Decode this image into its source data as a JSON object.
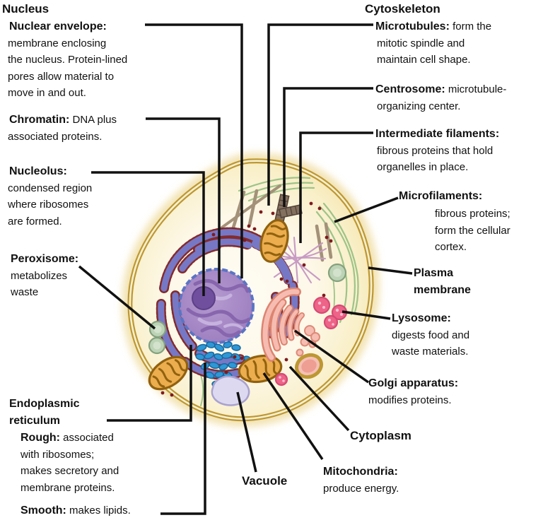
{
  "diagram_title_implicit": "Animal cell organelle diagram",
  "headings": {
    "nucleus": "Nucleus",
    "cytoskeleton": "Cytoskeleton"
  },
  "labels": {
    "nuclear_envelope": {
      "term": "Nuclear envelope:",
      "lines": [
        "membrane enclosing",
        "the nucleus. Protein-lined",
        "pores allow material to",
        "move in and out."
      ]
    },
    "chromatin": {
      "term": "Chromatin:",
      "inline": "DNA plus",
      "lines": [
        "associated proteins."
      ]
    },
    "nucleolus": {
      "term": "Nucleolus:",
      "lines": [
        "condensed region",
        "where ribosomes",
        "are formed."
      ]
    },
    "peroxisome": {
      "term": "Peroxisome:",
      "lines": [
        "metabolizes",
        "waste"
      ]
    },
    "endoplasmic_reticulum": {
      "lines": [
        "Endoplasmic",
        "reticulum"
      ]
    },
    "rough_er": {
      "term": "Rough:",
      "inline": "associated",
      "lines": [
        "with ribosomes;",
        "makes secretory and",
        "membrane proteins."
      ]
    },
    "smooth_er": {
      "term": "Smooth:",
      "inline": "makes lipids."
    },
    "vacuole": {
      "term": "Vacuole"
    },
    "microtubules": {
      "term": "Microtubules:",
      "inline": "form the",
      "lines": [
        "mitotic spindle and",
        "maintain cell shape."
      ]
    },
    "centrosome": {
      "term": "Centrosome:",
      "inline": "microtubule-",
      "lines": [
        "organizing center."
      ]
    },
    "intermediate_filaments": {
      "term": "Intermediate filaments:",
      "lines": [
        "fibrous proteins that hold",
        "organelles in place."
      ]
    },
    "microfilaments": {
      "term": "Microfilaments:",
      "lines": [
        "fibrous proteins;",
        "form the cellular",
        "cortex."
      ]
    },
    "plasma_membrane": {
      "lines": [
        "Plasma",
        "membrane"
      ]
    },
    "lysosome": {
      "term": "Lysosome:",
      "lines": [
        "digests food and",
        "waste materials."
      ]
    },
    "golgi": {
      "term": "Golgi apparatus:",
      "lines": [
        "modifies proteins."
      ]
    },
    "cytoplasm": {
      "term": "Cytoplasm"
    },
    "mitochondria": {
      "term": "Mitochondria:",
      "lines": [
        "produce energy."
      ]
    }
  },
  "palette": {
    "membrane_gold": "#BD9733",
    "cytoplasm_cream": "#FAF0CC",
    "outer_fuzz": "#F0DFA2",
    "nucleus_purple": "#A185C6",
    "nucleolus_purple": "#6F4F9E",
    "nuclear_envelope_blue": "#5B74C4",
    "rough_er_blue": "#7678C6",
    "ribosome_red": "#7E2022",
    "smooth_er_blue": "#2F97D6",
    "golgi_salmon": "#F4AFA3",
    "lysosome_pink": "#EE6388",
    "peroxisome_green": "#BDD3B6",
    "mitochondria_orange": "#EBAD4D",
    "mitochondria_rim": "#91610F",
    "vacuole_lavender": "#DCD9F1",
    "microfilament_green": "#9DC488",
    "microtubule_gray": "#A39179",
    "intermediate_filament_mauve": "#C89BC4",
    "leader_black": "#111111"
  }
}
